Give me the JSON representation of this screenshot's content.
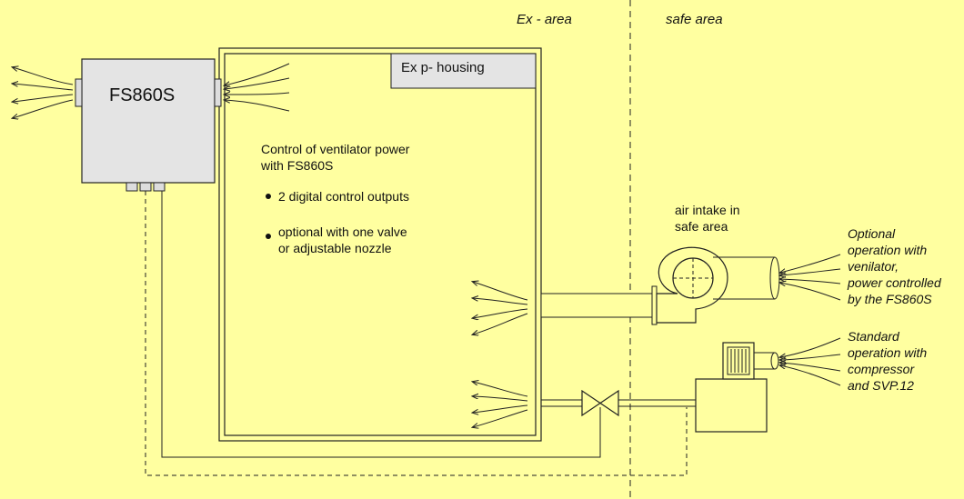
{
  "zones": {
    "ex_area": "Ex - area",
    "safe_area": "safe area"
  },
  "device": {
    "name": "FS860S"
  },
  "housing": {
    "label": "Ex p- housing"
  },
  "control_text": {
    "line1": "Control of  ventilator power",
    "line2": "with FS860S",
    "bullet1": "2 digital control outputs",
    "bullet2_line1": "optional with one valve",
    "bullet2_line2": "or adjustable nozzle"
  },
  "air_intake": {
    "line1": "air intake in",
    "line2": "safe area"
  },
  "optional_note": {
    "line1": "Optional",
    "line2": "operation with",
    "line3": "venilator,",
    "line4": "power controlled",
    "line5": "by the FS860S"
  },
  "standard_note": {
    "line1": "Standard",
    "line2": "operation with",
    "line3": "compressor",
    "line4": "and SVP.12"
  },
  "colors": {
    "background": "#ffffa0",
    "device_fill": "#e4e4e4",
    "housing_tab": "#e4e4e4",
    "line": "#222222"
  }
}
